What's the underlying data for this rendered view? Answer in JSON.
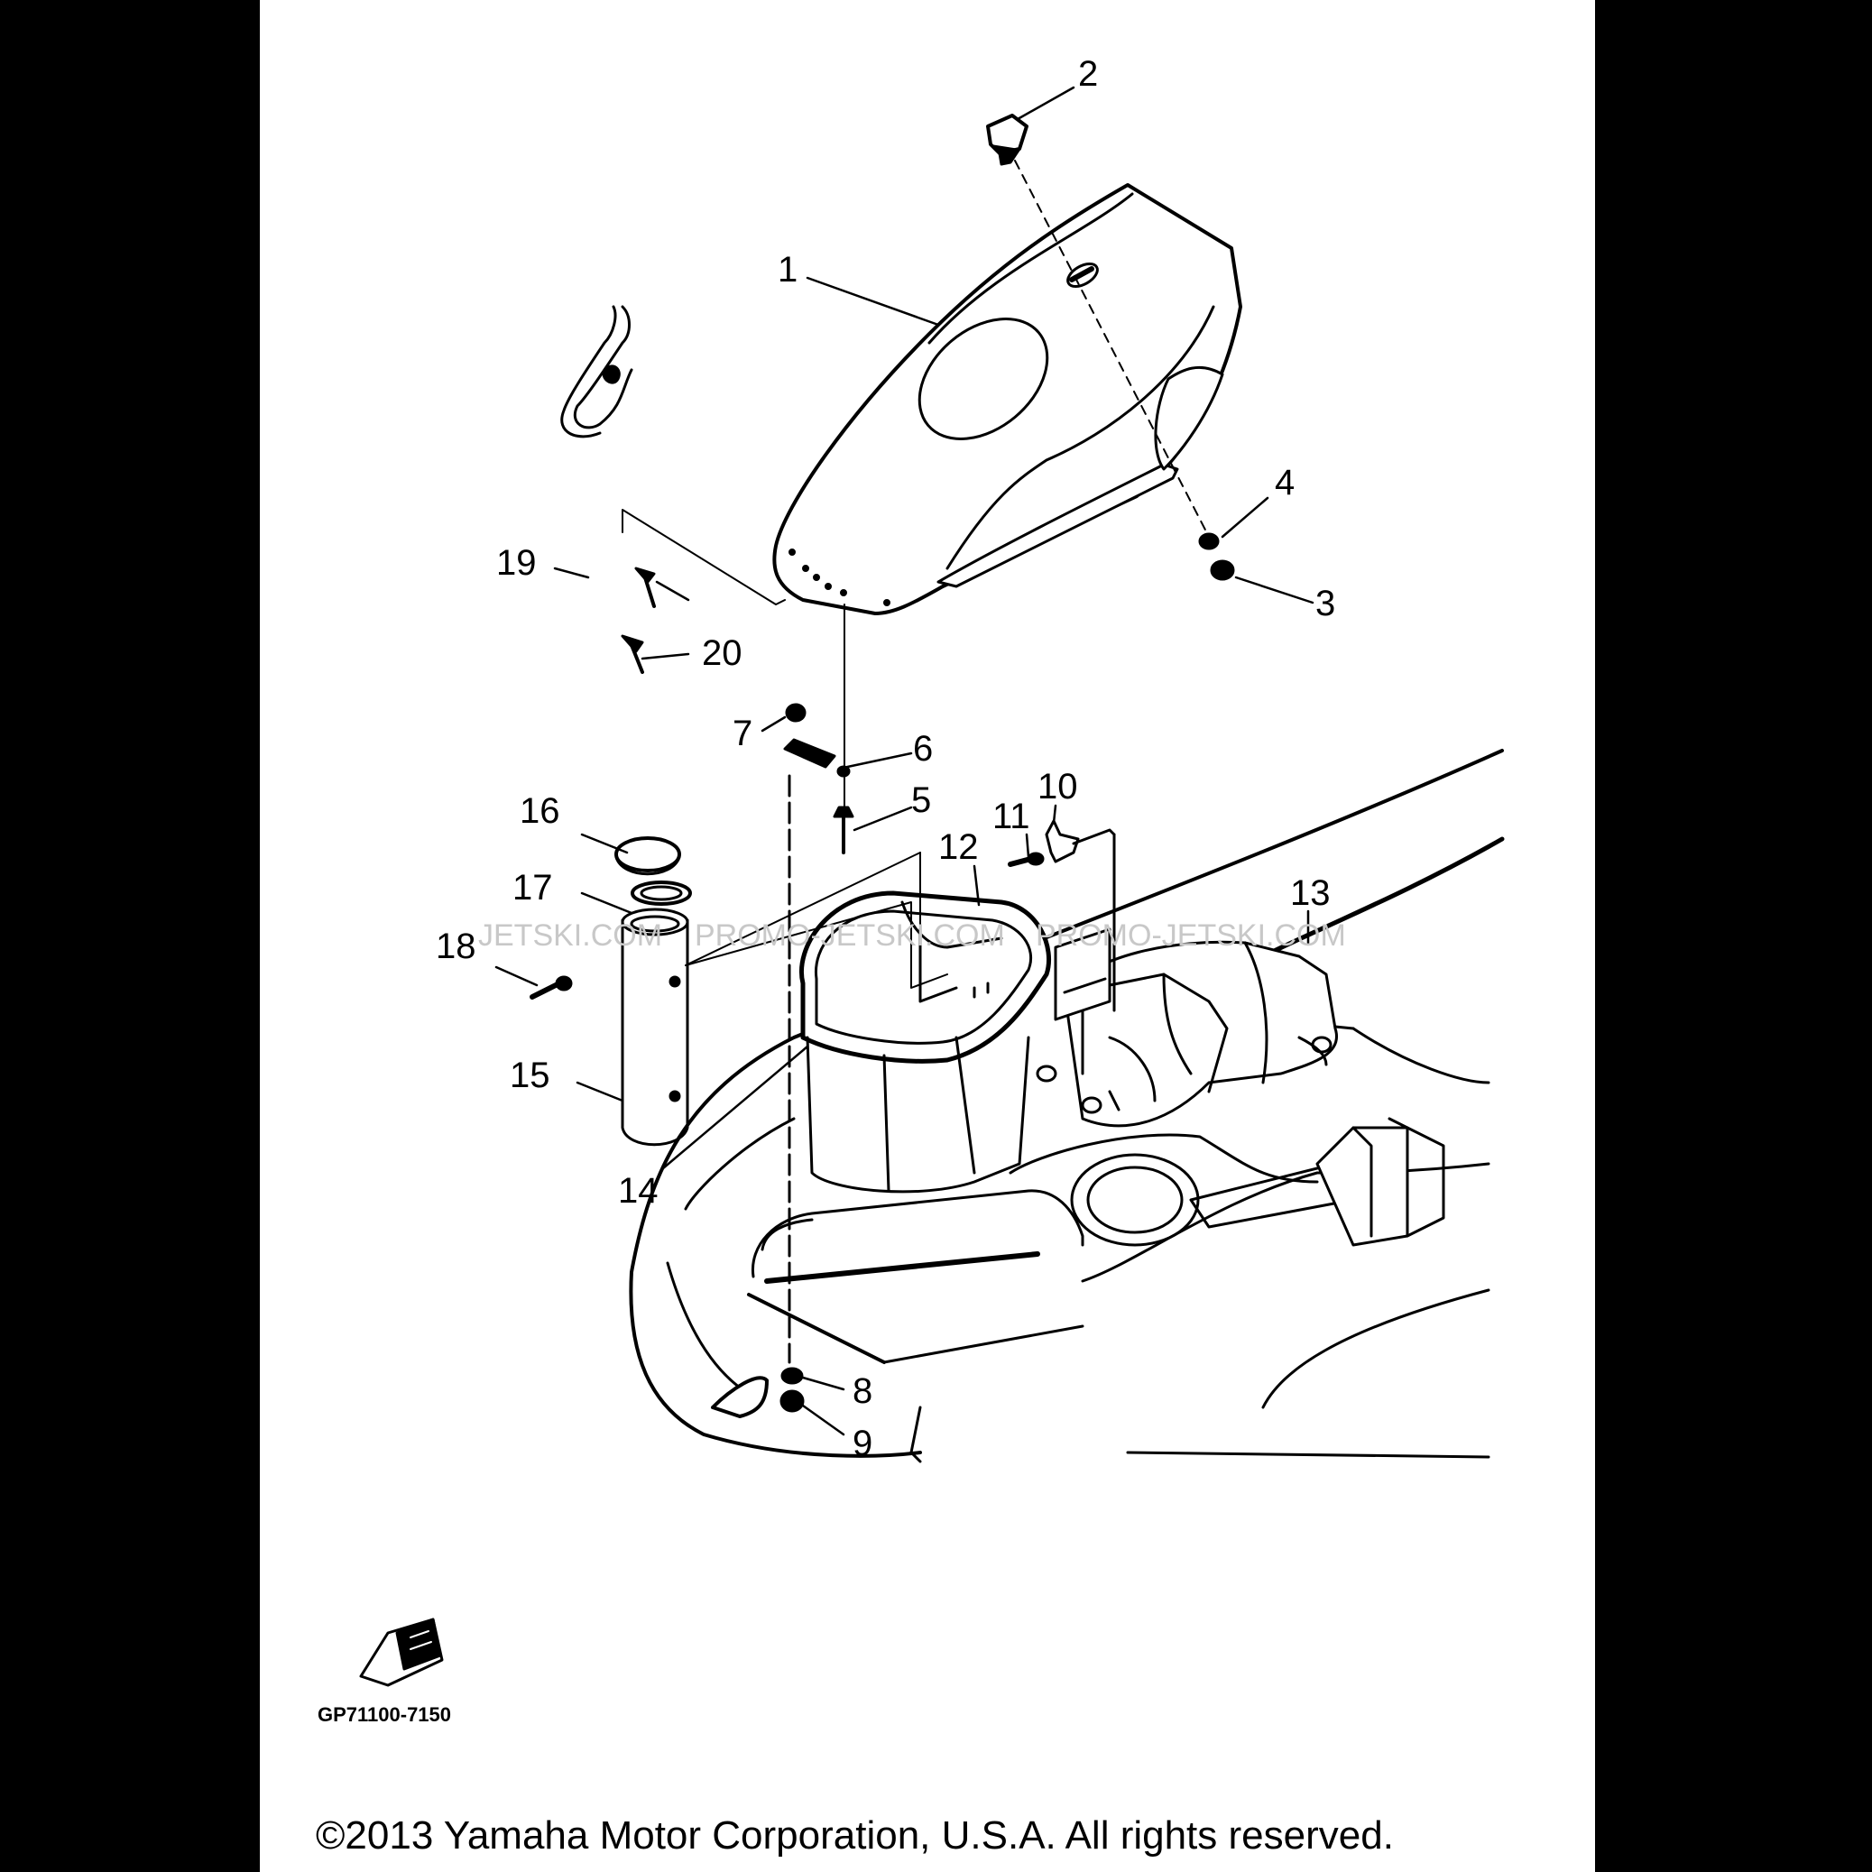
{
  "diagram": {
    "callouts": [
      "1",
      "2",
      "3",
      "4",
      "5",
      "6",
      "7",
      "8",
      "9",
      "10",
      "11",
      "12",
      "13",
      "14",
      "15",
      "16",
      "17",
      "18",
      "19",
      "20"
    ],
    "watermarks": [
      "JETSKI.COM",
      "PROMO-JETSKI.COM",
      "PROMO-JETSKI.COM"
    ],
    "part_code": "GP71100-7150"
  },
  "footer": {
    "copyright": "©2013 Yamaha Motor Corporation, U.S.A. All rights reserved."
  }
}
